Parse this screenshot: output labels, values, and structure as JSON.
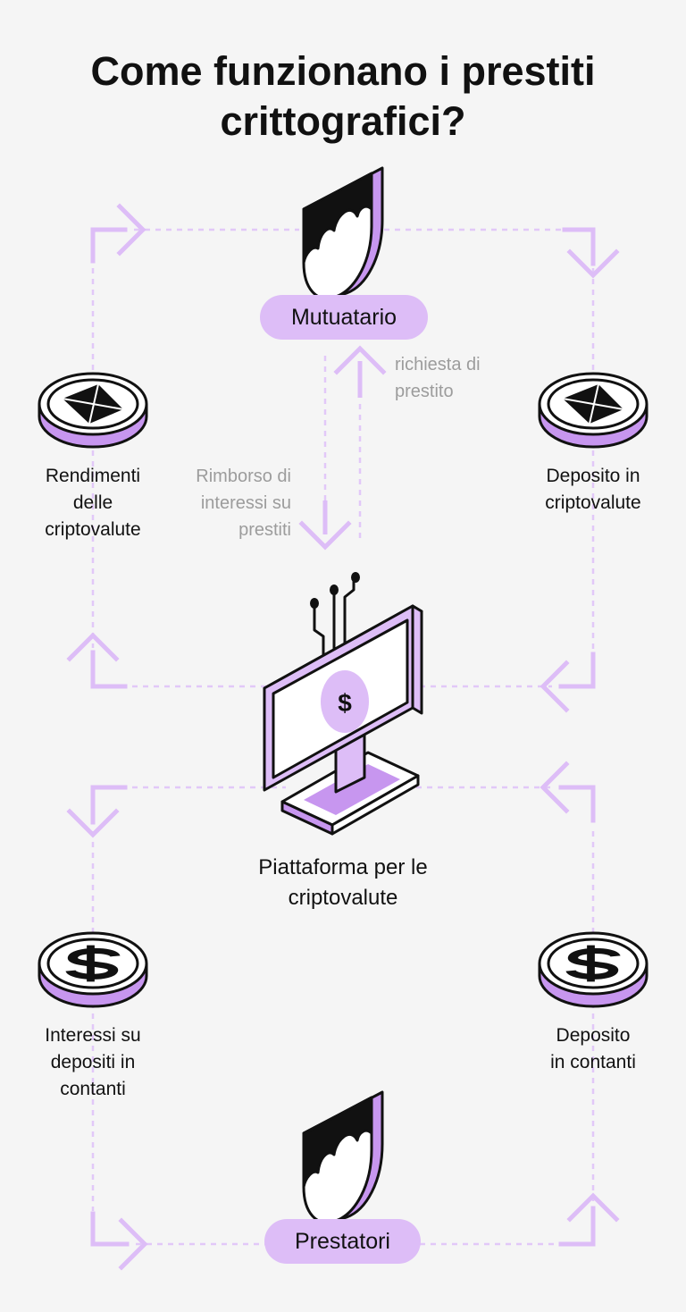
{
  "title": {
    "line1": "Come funzionano i prestiti",
    "line2": "crittografici?"
  },
  "borrower_label": "Mutuatario",
  "lenders_label": "Prestatori",
  "platform_label": {
    "line1": "Piattaforma per le",
    "line2": "criptovalute"
  },
  "loan_request": {
    "line1": "richiesta di",
    "line2": "prestito"
  },
  "interest_repayment": {
    "line1": "Rimborso di",
    "line2": "interessi su",
    "line3": "prestiti"
  },
  "crypto_yields": {
    "line1": "Rendimenti",
    "line2": "delle",
    "line3": "criptovalute"
  },
  "crypto_deposit": {
    "line1": "Deposito in",
    "line2": "criptovalute"
  },
  "cash_interest": {
    "line1": "Interessi su",
    "line2": "depositi in",
    "line3": "contanti"
  },
  "cash_deposit": {
    "line1": "Deposito",
    "line2": "in contanti"
  },
  "platform_symbol": "$",
  "colors": {
    "accent": "#ddbdf7",
    "accent_dark": "#c796ef",
    "stroke": "#111111",
    "muted_text": "#9c9c9c"
  },
  "icons": [
    "person-icon",
    "ethereum-coin-icon",
    "dollar-coin-icon",
    "computer-monitor-icon",
    "arrow-icon"
  ]
}
